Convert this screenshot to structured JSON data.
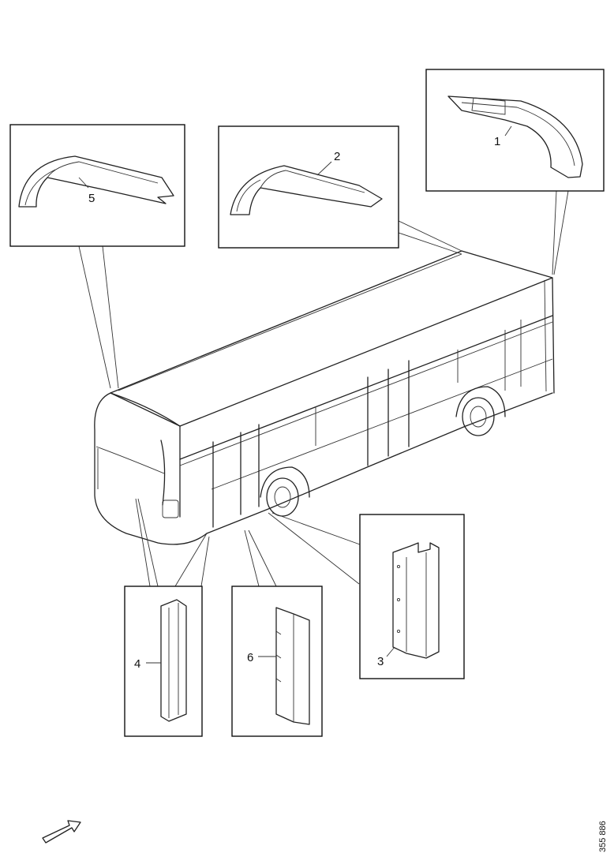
{
  "callouts": {
    "part1": "1",
    "part2": "2",
    "part3": "3",
    "part4": "4",
    "part5": "5",
    "part6": "6"
  },
  "reference_number": "355 886",
  "icons": {
    "direction_arrow": "arrow-icon"
  }
}
